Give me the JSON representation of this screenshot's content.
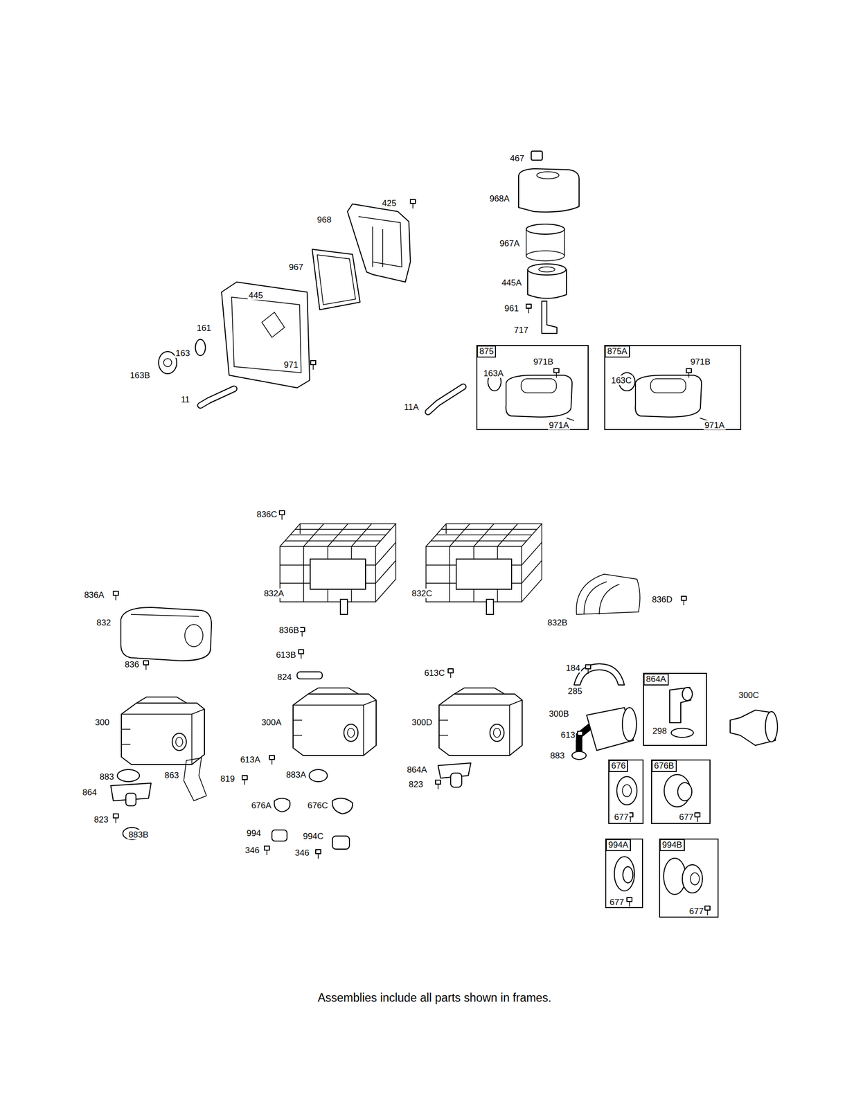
{
  "diagram": {
    "caption": "Assemblies include all parts shown in frames.",
    "nodes": [
      {
        "text": [
          "875",
          "971B",
          "163A",
          "971A"
        ]
      },
      {
        "text": [
          "875A",
          "971B",
          "163C",
          "971A"
        ]
      },
      {
        "text": [
          "864A",
          "298"
        ]
      },
      {
        "text": [
          "676",
          "677"
        ]
      },
      {
        "text": [
          "676B",
          "677"
        ]
      },
      {
        "text": [
          "994A",
          "677"
        ]
      },
      {
        "text": [
          "994B",
          "677"
        ]
      }
    ],
    "labels": [
      "425",
      "968",
      "967",
      "445",
      "161",
      "163",
      "971",
      "163B",
      "11",
      "467",
      "968A",
      "967A",
      "445A",
      "961",
      "717",
      "11A",
      "836C",
      "836A",
      "832A",
      "832C",
      "836D",
      "832",
      "832B",
      "836B",
      "613B",
      "836",
      "184",
      "613C",
      "824",
      "285",
      "300B",
      "300",
      "300A",
      "300D",
      "300C",
      "613",
      "883",
      "613A",
      "864A",
      "883A",
      "863",
      "883",
      "819",
      "823",
      "864",
      "676A",
      "676C",
      "823",
      "994",
      "883B",
      "994C",
      "346",
      "346"
    ]
  }
}
